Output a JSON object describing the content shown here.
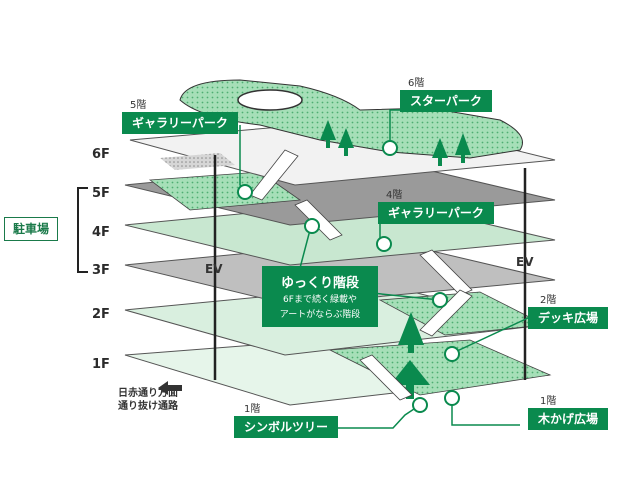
{
  "floors": [
    "6F",
    "5F",
    "4F",
    "3F",
    "2F",
    "1F"
  ],
  "parking_label": "駐車場",
  "ev_label": "EV",
  "through_path": {
    "line1": "日赤通り方面",
    "line2": "通り抜け通路"
  },
  "parks": [
    {
      "floor": "6階",
      "name": "スターパーク"
    },
    {
      "floor": "5階",
      "name": "ギャラリーパーク"
    },
    {
      "floor": "4階",
      "name": "ギャラリーパーク"
    },
    {
      "floor": "2階",
      "name": "デッキ広場"
    },
    {
      "floor": "1階",
      "name": "シンボルツリー"
    },
    {
      "floor": "1階",
      "name": "木かげ広場"
    }
  ],
  "slow_stairs": {
    "title": "ゆっくり階段",
    "desc1": "6Fまで続く緑載や",
    "desc2": "アートがならぶ階段"
  },
  "colors": {
    "brand_green": "#0a8a4e",
    "light_green": "#8fd6a6",
    "dark_slab": "#9a9a9a",
    "light_slab": "#cfcfcf"
  }
}
